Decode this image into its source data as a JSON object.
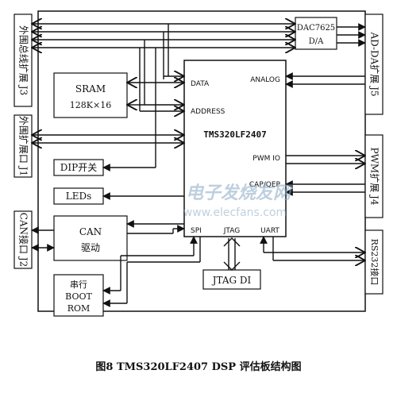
{
  "blocks": {
    "ext_bus": "外围总线扩展 J3",
    "sram_line1": "SRAM",
    "sram_line2": "128K×16",
    "ext_port": "外围扩展口 J1",
    "dip": "DIP开关",
    "leds": "LEDs",
    "can_port": "CAN接口 J2",
    "can_drv_line1": "CAN",
    "can_drv_line2": "驱动",
    "boot_line1": "串行",
    "boot_line2": "BOOT",
    "boot_line3": "ROM",
    "jtag_box": "JTAG DI",
    "dac_line1": "DAC7625",
    "dac_line2": "D/A",
    "adda": "AD-DA扩展 J5",
    "pwm_ext": "PWM扩展 J4",
    "rs232": "RS232接口"
  },
  "dsp": {
    "name": "TMS320LF2407",
    "data": "DATA",
    "address": "ADDRESS",
    "analog": "ANALOG",
    "pwmio": "PWM IO",
    "capqep": "CAP/QEP",
    "spi": "SPI",
    "jtag": "JTAG",
    "uart": "UART"
  },
  "watermark": {
    "cn": "电子发烧友网",
    "url": "www.elecfans.com"
  },
  "caption": "图8   TMS320LF2407 DSP 评估板结构图"
}
